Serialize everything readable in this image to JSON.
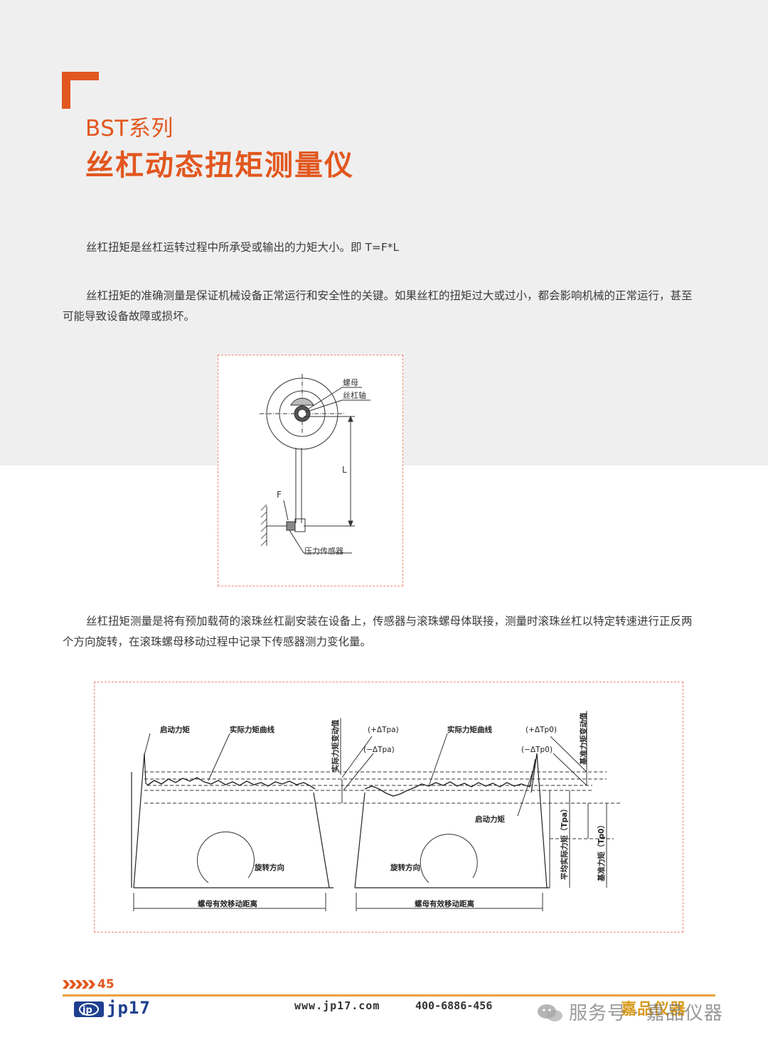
{
  "header": {
    "series": "BST系列",
    "title": "丝杠动态扭矩测量仪"
  },
  "paragraphs": [
    "丝杠扭矩是丝杠运转过程中所承受或输出的力矩大小。即 T=F*L",
    "丝杠扭矩的准确测量是保证机械设备正常运行和安全性的关键。如果丝杠的扭矩过大或过小，都会影响机械的正常运行，甚至可能导致设备故障或损坏。",
    "丝杠扭矩测量是将有预加载荷的滚珠丝杠副安装在设备上，传感器与滚珠螺母体联接，测量时滚珠丝杠以特定转速进行正反两个方向旋转，在滚珠螺母移动过程中记录下传感器测力变化量。"
  ],
  "figure1": {
    "labels": {
      "nut": "螺母",
      "shaft": "丝杠轴",
      "length": "L",
      "force": "F",
      "sensor": "压力传感器"
    }
  },
  "figure2": {
    "labels": {
      "start_torque_left": "启动力矩",
      "actual_curve_left": "实际力矩曲线",
      "variation_left": "实际力矩变动值",
      "plus_delta_pa": "(+ΔTpa)",
      "minus_delta_pa": "(−ΔTpa)",
      "actual_curve_right": "实际力矩曲线",
      "plus_delta_p0": "(+ΔTp0)",
      "minus_delta_p0": "(−ΔTp0)",
      "variation_right": "基准力矩变动值",
      "start_torque_right": "启动力矩",
      "rotation_left": "旋转方向",
      "rotation_right": "旋转方向",
      "avg_torque": "平均实际力矩（Tpa）",
      "ref_torque": "基准力矩（Tp0）",
      "travel_left": "螺母有效移动距离",
      "travel_right": "螺母有效移动距离"
    }
  },
  "footer": {
    "arrows": "»»»»",
    "page_number": "45",
    "logo_text": "jp17",
    "website": "www.jp17.com",
    "phone": "400-6886-456",
    "brand": "嘉品仪器",
    "watermark": "服务号 · 嘉品仪器"
  },
  "colors": {
    "accent": "#e2571f",
    "gray_band": "#efefef",
    "footer_line": "#e8a23a"
  }
}
